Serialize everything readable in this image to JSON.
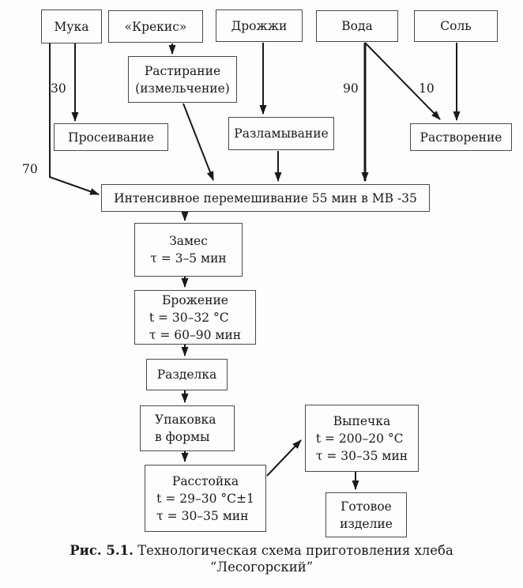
{
  "diagram": {
    "nodes": {
      "muka": {
        "label": "Мука"
      },
      "krekis": {
        "label": "«Крекис»"
      },
      "drozhzhi": {
        "label": "Дрожжи"
      },
      "voda": {
        "label": "Вода"
      },
      "sol": {
        "label": "Соль"
      },
      "rastiranie": {
        "line1": "Растирание",
        "line2": "(измельчение)"
      },
      "proseivanie": {
        "label": "Просеивание"
      },
      "razlamyvanie": {
        "label": "Разламывание"
      },
      "rastvorenie": {
        "label": "Растворение"
      },
      "peremeshivanie": {
        "label": "Интенсивное перемешивание 55 мин в МВ -35"
      },
      "zames": {
        "title": "Замес",
        "param1": "τ = 3–5 мин"
      },
      "brozhenie": {
        "title": "Брожение",
        "param1": "t = 30–32 °С",
        "param2": "τ = 60–90 мин"
      },
      "razdelka": {
        "label": "Разделка"
      },
      "upakovka": {
        "line1": "Упаковка",
        "line2": "в формы"
      },
      "rasstoyka": {
        "title": "Расстойка",
        "param1": "t = 29–30 °С±1",
        "param2": "τ = 30–35 мин"
      },
      "vypechka": {
        "title": "Выпечка",
        "param1": "t = 200–20 °С",
        "param2": "τ = 30–35 мин"
      },
      "gotovoe": {
        "line1": "Готовое",
        "line2": "изделие"
      }
    },
    "flow_labels": {
      "muka_to_proseivanie": "30",
      "muka_to_peremeshivanie": "70",
      "voda_to_peremeshivanie": "90",
      "voda_to_rastvorenie": "10"
    },
    "caption": {
      "figure_label": "Рис. 5.1.",
      "title": "Технологическая схема приготовления хлеба",
      "subtitle": "“Лесогорский”"
    },
    "colors": {
      "box_border": "#4a4a4a",
      "line": "#1a1a1a",
      "text": "#1a1a1a",
      "background": "#fdfdfd"
    }
  }
}
